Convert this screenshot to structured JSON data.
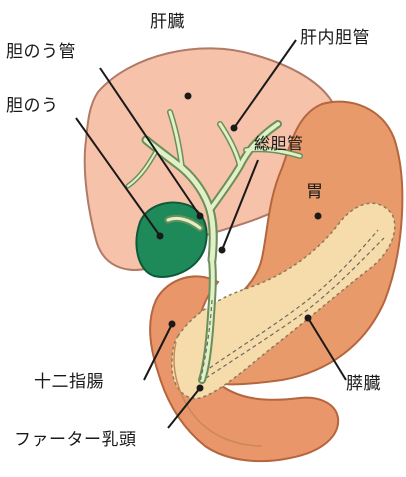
{
  "labels": {
    "liver": "肝臓",
    "gallbladder_duct": "胆のう管",
    "intrahepatic_duct": "肝内胆管",
    "gallbladder": "胆のう",
    "common_bile_duct": "総胆管",
    "stomach": "胃",
    "duodenum": "十二指腸",
    "pancreas": "膵臓",
    "ampulla_of_vater": "ファーター乳頭"
  },
  "colors": {
    "liver_fill": "#f6c2aa",
    "liver_stroke": "#b07a66",
    "stomach_fill": "#e89a6a",
    "stomach_stroke": "#b5663e",
    "pancreas_fill": "#f6dcaa",
    "gallbladder_fill": "#1e8a5a",
    "bile_duct_fill": "#e2f0c8",
    "bile_duct_stroke": "#6b8f5a",
    "duodenum_fill": "#e8966a"
  }
}
